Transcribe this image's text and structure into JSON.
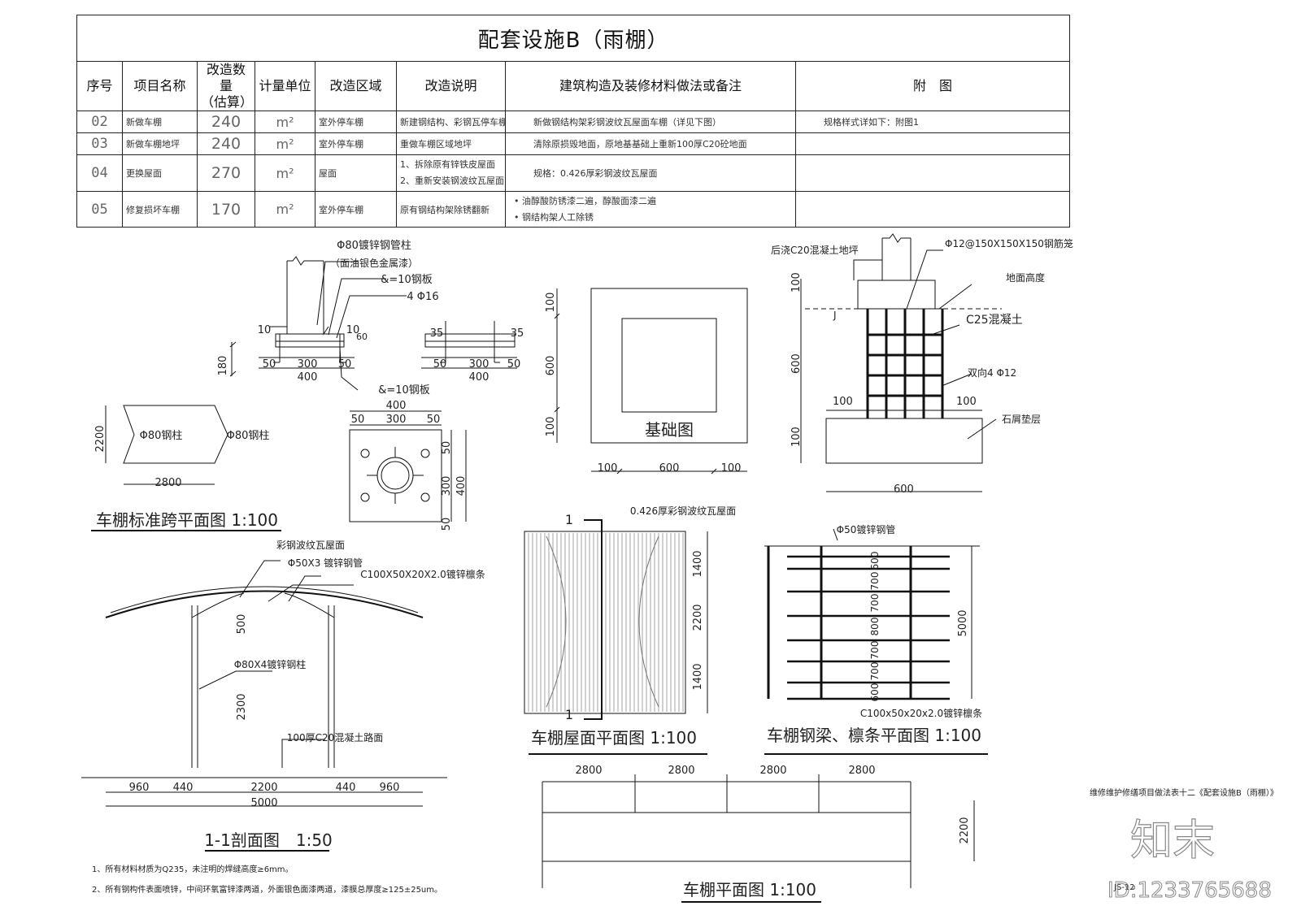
{
  "table": {
    "title": "配套设施B（雨棚）",
    "headers": {
      "seq": "序号",
      "item": "项目名称",
      "qty_line1": "改造数量",
      "qty_line2": "（估算）",
      "unit": "计量单位",
      "area": "改造区域",
      "desc": "改造说明",
      "construction": "建筑构造及装修材料做法或备注",
      "attach": "附　图"
    },
    "rows": [
      {
        "seq": "02",
        "item": "新做车棚",
        "qty": "240",
        "unit": "m²",
        "area": "室外停车棚",
        "desc": "新建钢结构、彩钢瓦停车棚",
        "construction": "新做钢结构架彩钢波纹瓦屋面车棚（详见下图）",
        "attach": "规格样式详如下：附图1"
      },
      {
        "seq": "03",
        "item": "新做车棚地坪",
        "qty": "240",
        "unit": "m²",
        "area": "室外停车棚",
        "desc": "重做车棚区域地坪",
        "construction": "清除原损毁地面，原地基基础上重新100厚C20砼地面",
        "attach": ""
      },
      {
        "seq": "04",
        "item": "更换屋面",
        "qty": "270",
        "unit": "m²",
        "area": "屋面",
        "desc1": "1、拆除原有锌铁皮屋面",
        "desc2": "2、重新安装钢波纹瓦屋面",
        "construction": "规格：0.426厚彩钢波纹瓦屋面",
        "attach": ""
      },
      {
        "seq": "05",
        "item": "修复损坏车棚",
        "qty": "170",
        "unit": "m²",
        "area": "室外停车棚",
        "desc": "原有钢结构架除锈翻新",
        "construction1": "油醇酸防锈漆二遍，醇酸面漆二遍",
        "construction2": "钢结构架人工除锈",
        "attach": ""
      }
    ]
  },
  "drawings": {
    "base_plate": {
      "pipe_label": "Φ80镀锌钢管柱",
      "paint_note": "（面油银色金属漆）",
      "plate_top": "&=10钢板",
      "bolts": "4 Φ16",
      "plate_bottom": "&=10钢板",
      "dim_10a": "10",
      "dim_10b": "10",
      "dim_60": "60",
      "dim_35a": "35",
      "dim_35b": "35",
      "dim_180": "180",
      "dim_50a": "50",
      "dim_300a": "300",
      "dim_50b": "50",
      "dim_400a": "400",
      "dim_50c": "50",
      "dim_300b": "300",
      "dim_50d": "50",
      "dim_400b": "400"
    },
    "plate_plan": {
      "dim_400": "400",
      "dim_50a": "50",
      "dim_300": "300",
      "dim_50b": "50",
      "dim_v50a": "50",
      "dim_v300": "300",
      "dim_v400": "400",
      "dim_v50b": "50"
    },
    "foundation": {
      "title": "基础图",
      "dim_100a": "100",
      "dim_600a": "600",
      "dim_100b": "100",
      "dim_h100a": "100",
      "dim_h600": "600",
      "dim_h100b": "100"
    },
    "footing_section": {
      "c20": "后浇C20混凝土地坪",
      "rebar_cage": "Φ12@150X150X150钢筋笼",
      "ground": "地面高度",
      "c25": "C25混凝土",
      "rebar": "双向4 Φ12",
      "gravel": "石屑垫层",
      "dim_100a": "100",
      "dim_600": "600",
      "dim_100b": "100",
      "dim_h100a": "100",
      "dim_h100b": "100",
      "dim_h600": "600",
      "dim_j": "J"
    },
    "std_span": {
      "title": "车棚标准跨平面图 1:100",
      "col1": "Φ80钢柱",
      "col2": "Φ80钢柱",
      "dim_2200": "2200",
      "dim_2800": "2800"
    },
    "section": {
      "title": "1-1剖面图　1:50",
      "roof": "彩钢波纹瓦屋面",
      "tube": "Φ50X3 镀锌钢管",
      "purlin": "C100X50X20X2.0镀锌檩条",
      "column": "Φ80X4镀锌钢柱",
      "slab": "100厚C20混凝土路面",
      "dim_500": "500",
      "dim_2300": "2300",
      "d960a": "960",
      "d440a": "440",
      "d2200": "2200",
      "d440b": "440",
      "d960b": "960",
      "d5000": "5000"
    },
    "roof_plan": {
      "title": "车棚屋面平面图 1:100",
      "sheet": "0.426厚彩钢波纹瓦屋面",
      "mark_top": "1",
      "mark_bottom": "1",
      "d1400a": "1400",
      "d2200": "2200",
      "d1400b": "1400"
    },
    "beam_plan": {
      "title": "车棚钢梁、檩条平面图 1:100",
      "tube": "Φ50镀锌钢管",
      "purlin": "C100x50x20x2.0镀锌檩条",
      "d5000": "5000",
      "spacing": [
        "600",
        "700",
        "700",
        "800",
        "700",
        "700",
        "600"
      ]
    },
    "plan": {
      "title": "车棚平面图 1:100",
      "d2800": [
        "2800",
        "2800",
        "2800",
        "2800"
      ],
      "d2200": "2200"
    }
  },
  "notes": {
    "n1": "1、所有材料材质为Q235，未注明的焊缝高度≥6mm。",
    "n2": "2、所有钢构件表面喷锌，中间环氧富锌漆两道，外面银色面漆两道，漆膜总厚度≥125±25um。"
  },
  "sheet_caption": "维修维护修缮项目做法表十二《配套设施B（雨棚）》",
  "sheet_no": "JS-12",
  "watermark": {
    "logo": "知末",
    "id": "ID:1233765688"
  }
}
